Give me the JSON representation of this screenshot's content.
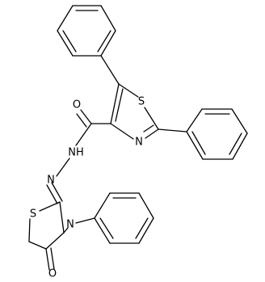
{
  "atom_labels": {
    "o_amide": "O",
    "s_thiazole": "S",
    "n_thiazole": "N",
    "nh_hydrazide": "NH",
    "n_hydrazone": "N",
    "s_thiazolidinone": "S",
    "n_thiazolidinone": "N",
    "o_ketone": "O"
  },
  "colors": {
    "bond": "#000000",
    "background": "#ffffff"
  }
}
